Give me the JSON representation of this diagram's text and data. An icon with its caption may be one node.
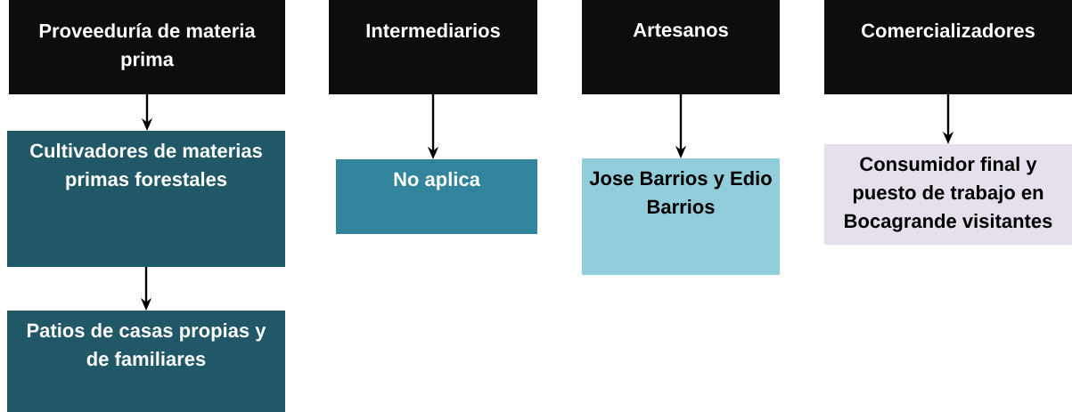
{
  "diagram": {
    "nodes": [
      {
        "text": [
          "Proveeduría de materia prima"
        ]
      },
      {
        "text": [
          "Intermediarios"
        ]
      },
      {
        "text": [
          "Artesanos"
        ]
      },
      {
        "text": [
          "Comercializadores"
        ]
      },
      {
        "text": [
          "Cultivadores de materias primas forestales"
        ]
      },
      {
        "text": [
          "Patios de casas propias y de familiares"
        ]
      },
      {
        "text": [
          "No aplica"
        ]
      },
      {
        "text": [
          "Jose Barrios y Edio Barrios"
        ]
      },
      {
        "text": [
          "Consumidor final y puesto de trabajo en Bocagrande visitantes"
        ]
      }
    ],
    "edges": [
      {
        "from": 0,
        "to": 4,
        "arrow": "to"
      },
      {
        "from": 4,
        "to": 5,
        "arrow": "to"
      },
      {
        "from": 1,
        "to": 6,
        "arrow": "to"
      },
      {
        "from": 2,
        "to": 7,
        "arrow": "to"
      },
      {
        "from": 3,
        "to": 8,
        "arrow": "to"
      }
    ]
  }
}
